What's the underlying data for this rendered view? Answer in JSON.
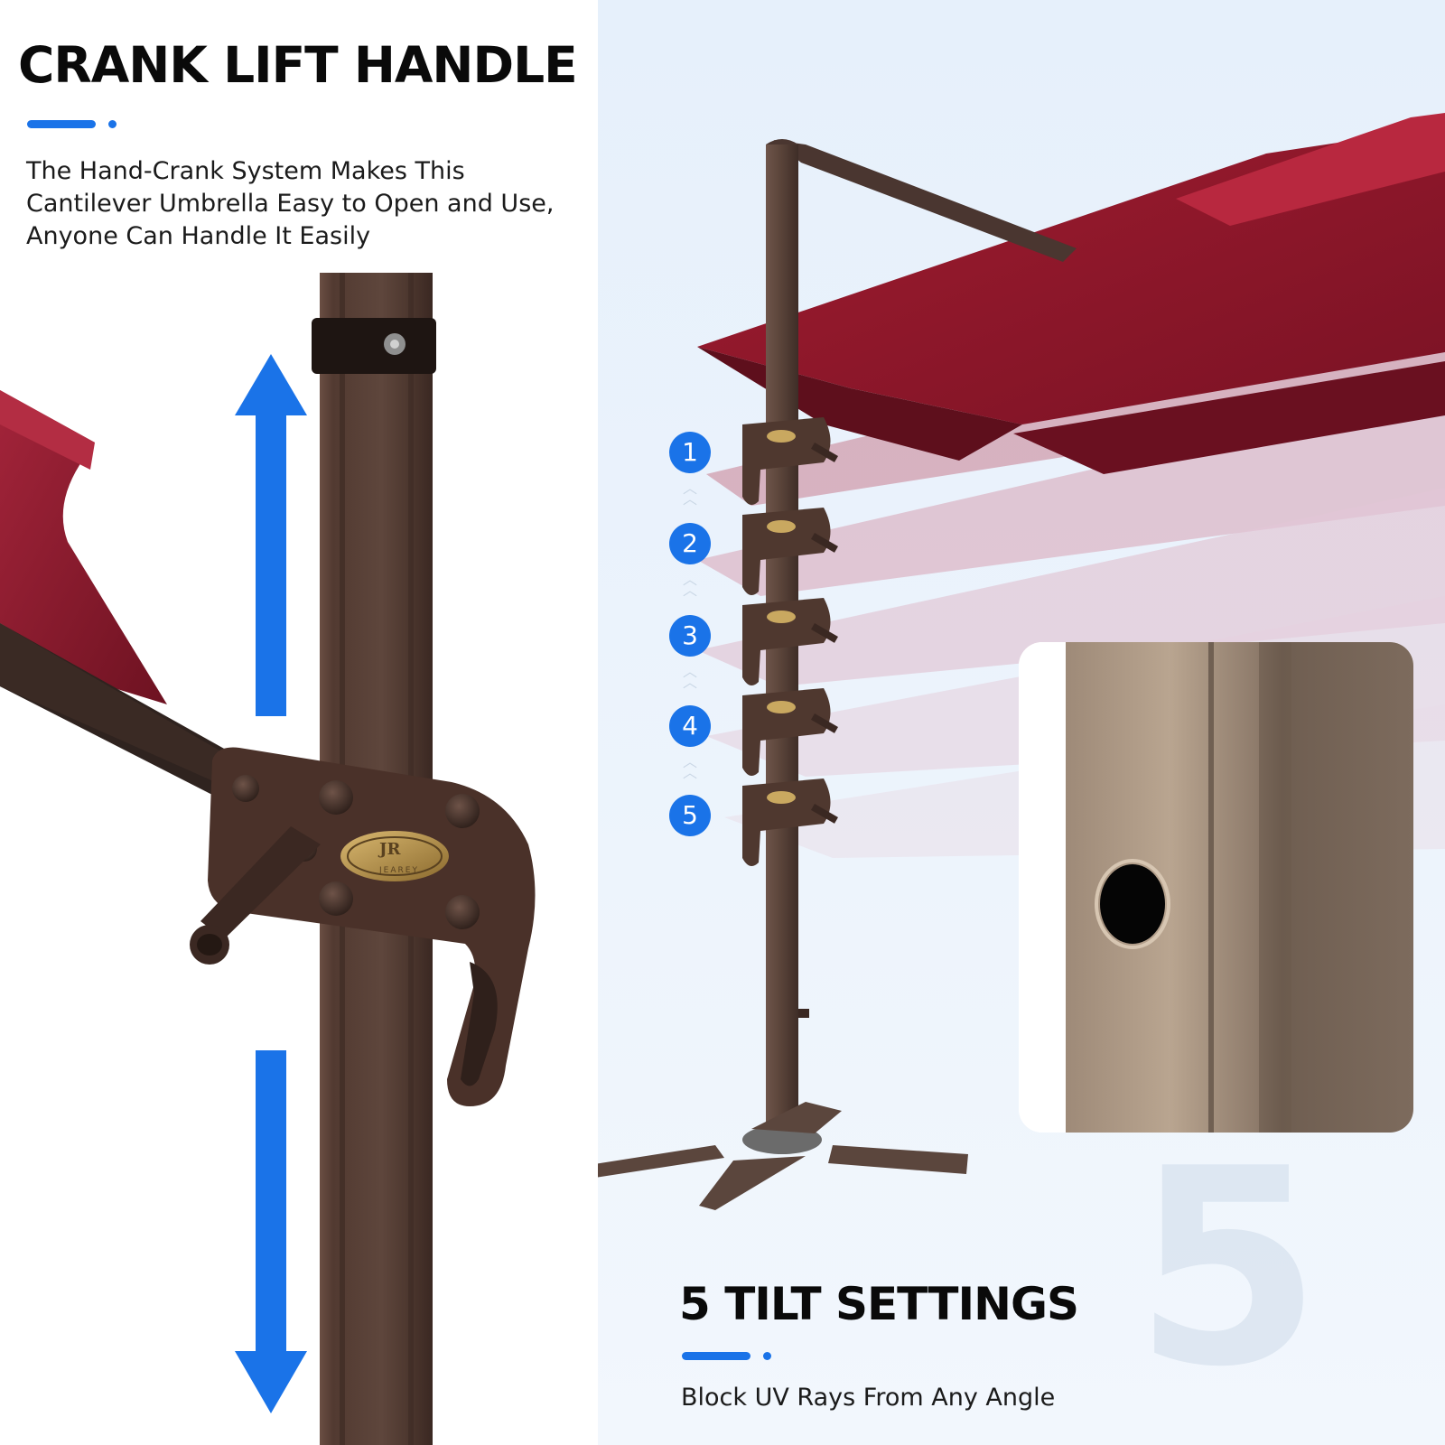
{
  "crank_section": {
    "title": "CRANK LIFT HANDLE",
    "description": "The Hand-Crank System Makes This Cantilever Umbrella Easy to Open and Use, Anyone Can Handle It Easily",
    "logo_text": "JR",
    "logo_brand": "JEAREY"
  },
  "tilt_section": {
    "title": "5 TILT SETTINGS",
    "description": "Block UV Rays From Any Angle",
    "background_numeral": "5",
    "steps": [
      {
        "label": "1"
      },
      {
        "label": "2"
      },
      {
        "label": "3"
      },
      {
        "label": "4"
      },
      {
        "label": "5"
      }
    ]
  },
  "colors": {
    "accent_blue": "#1a73e8",
    "canopy_red": "#8e1a2c",
    "pole_bronze": "#5a4036",
    "heading_black": "#0a0a0a"
  },
  "icons": [
    "arrow-up-icon",
    "arrow-down-icon",
    "chevron-up-icon"
  ]
}
